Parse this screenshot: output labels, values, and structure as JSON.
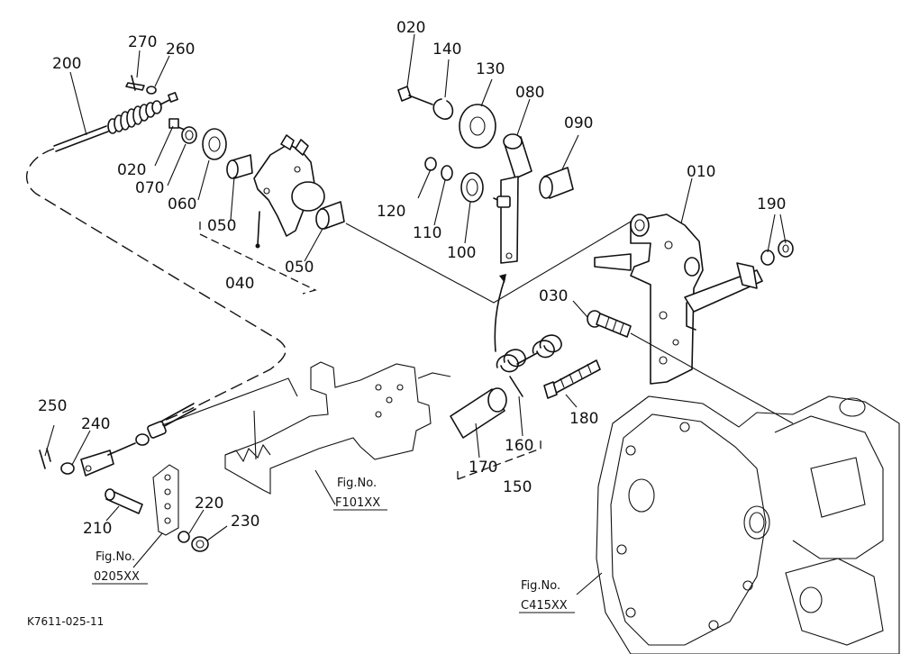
{
  "drawing_code": "K7611-025-11",
  "callouts": {
    "p010": "010",
    "p020a": "020",
    "p020b": "020",
    "p030": "030",
    "p040": "040",
    "p050a": "050",
    "p050b": "050",
    "p060": "060",
    "p070": "070",
    "p080": "080",
    "p090": "090",
    "p100": "100",
    "p110": "110",
    "p120": "120",
    "p130": "130",
    "p140": "140",
    "p150": "150",
    "p160": "160",
    "p170": "170",
    "p180": "180",
    "p190": "190",
    "p200": "200",
    "p210": "210",
    "p220": "220",
    "p230": "230",
    "p240": "240",
    "p250": "250",
    "p260": "260",
    "p270": "270"
  },
  "figure_refs": {
    "f101": {
      "label": "Fig.No.",
      "code": "F101XX"
    },
    "f0205": {
      "label": "Fig.No.",
      "code": "0205XX"
    },
    "c415": {
      "label": "Fig.No.",
      "code": "C415XX"
    }
  }
}
